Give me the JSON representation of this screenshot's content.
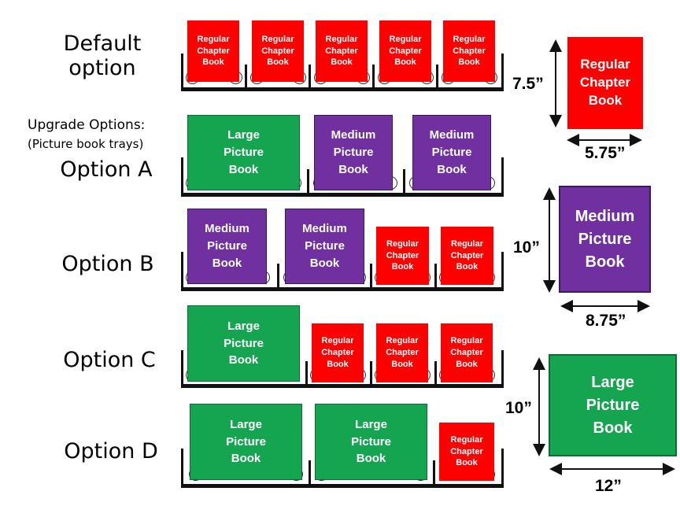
{
  "labels": {
    "default_option": "Default\noption",
    "upgrade_options": "Upgrade Options:",
    "picture_book_trays": "(Picture book trays)",
    "option_a": "Option A",
    "option_b": "Option B",
    "option_c": "Option C",
    "option_d": "Option D"
  },
  "book_text": {
    "regular": "Regular\nChapter\nBook",
    "medium": "Medium\nPicture\nBook",
    "large": "Large\nPicture\nBook"
  },
  "dimensions": {
    "regular_height": "7.5”",
    "regular_width": "5.75”",
    "medium_height": "10”",
    "medium_width": "8.75”",
    "large_height": "10”",
    "large_width": "12”"
  },
  "colors": {
    "regular": "#ff0000",
    "medium": "#7030a0",
    "large": "#15a550"
  }
}
